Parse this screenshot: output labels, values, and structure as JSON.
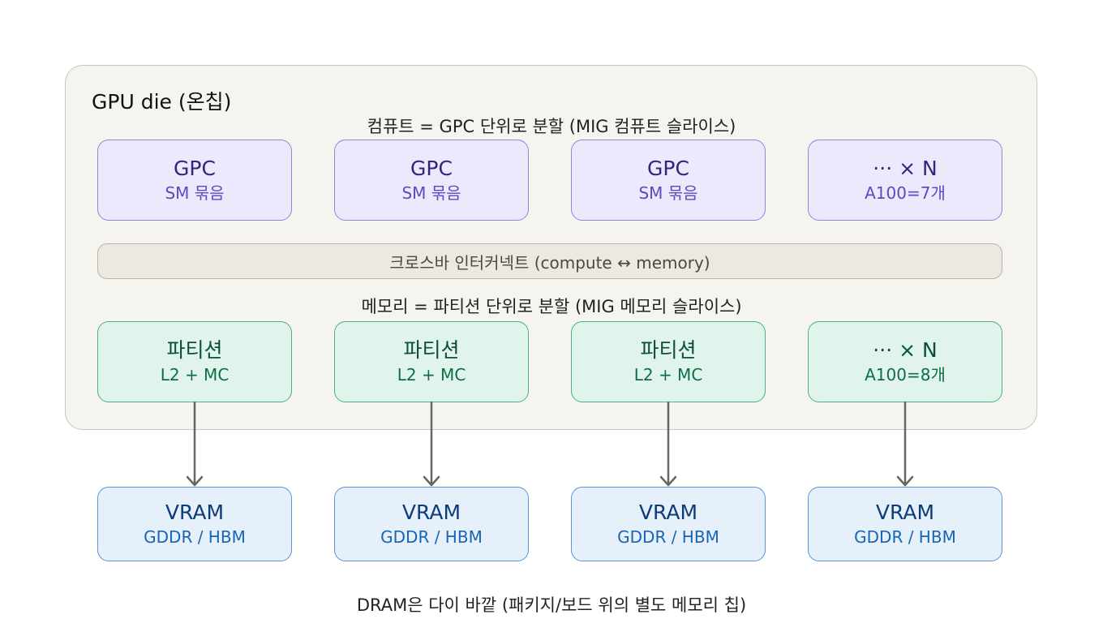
{
  "die": {
    "title": "GPU die (온칩)"
  },
  "compute": {
    "caption": "컴퓨트 = GPC 단위로 분할 (MIG 컴퓨트 슬라이스)",
    "boxes": [
      {
        "main": "GPC",
        "sub": "SM 묶음"
      },
      {
        "main": "GPC",
        "sub": "SM 묶음"
      },
      {
        "main": "GPC",
        "sub": "SM 묶음"
      },
      {
        "main": "··· × N",
        "sub": "A100=7개"
      }
    ]
  },
  "crossbar": {
    "label": "크로스바 인터커넥트 (compute ↔ memory)"
  },
  "memory": {
    "caption": "메모리 = 파티션 단위로 분할 (MIG 메모리 슬라이스)",
    "boxes": [
      {
        "main": "파티션",
        "sub": "L2 + MC"
      },
      {
        "main": "파티션",
        "sub": "L2 + MC"
      },
      {
        "main": "파티션",
        "sub": "L2 + MC"
      },
      {
        "main": "··· × N",
        "sub": "A100=8개"
      }
    ]
  },
  "vram": {
    "boxes": [
      {
        "main": "VRAM",
        "sub": "GDDR / HBM"
      },
      {
        "main": "VRAM",
        "sub": "GDDR / HBM"
      },
      {
        "main": "VRAM",
        "sub": "GDDR / HBM"
      },
      {
        "main": "VRAM",
        "sub": "GDDR / HBM"
      }
    ]
  },
  "footer": {
    "note": "DRAM은 다이 바깥 (패키지/보드 위의 별도 메모리 칩)"
  },
  "colors": {
    "die_bg": "#f5f4ee",
    "gpc_fill": "#ebe9fb",
    "partition_fill": "#e0f4ec",
    "vram_fill": "#e6f0fb",
    "arrow": "#666666"
  }
}
